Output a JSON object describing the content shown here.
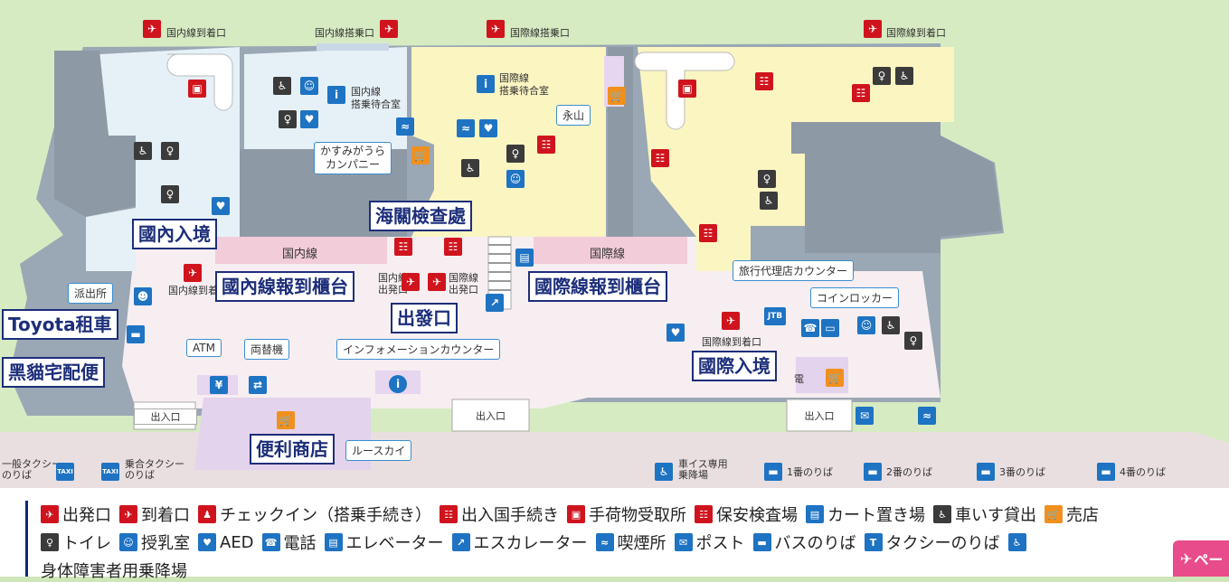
{
  "top_labels": {
    "dom_arrival": "国内線到着口",
    "dom_departure": "国内線搭乗口",
    "intl_departure": "国際線搭乗口",
    "intl_arrival": "国際線到着口"
  },
  "zones": {
    "domestic": "国内線",
    "international": "国際線",
    "dom_waiting": "国内線\n搭乗待合室",
    "intl_waiting": "国際線\n搭乗待合室",
    "dom_checkin_small": "国内線到着",
    "dom_dep_small": "国内線\n出発口",
    "intl_dep_small": "国際線\n出発口",
    "intl_arr_small": "国際線到着口",
    "phone_small": "電"
  },
  "callouts": {
    "kasumi": "かすみがうら\nカンパニー",
    "eizan": "永山",
    "police": "派出所",
    "atm": "ATM",
    "exchange": "両替機",
    "info": "インフォメーションカウンター",
    "travel": "旅行代理店カウンター",
    "locker": "コインロッカー",
    "cruise": "ルースカイ"
  },
  "big_labels": {
    "customs": "海關檢查處",
    "dom_entry": "國內入境",
    "dom_checkin": "國內線報到櫃台",
    "departure": "出發口",
    "intl_checkin": "國際線報到櫃台",
    "intl_entry": "國際入境",
    "toyota": "Toyota租車",
    "kuroneko": "黑貓宅配便",
    "convenience": "便利商店"
  },
  "exits": {
    "label": "出入口"
  },
  "bottom": {
    "taxi_general": "一般タクシー\nのりば",
    "taxi_shared": "乗合タクシー\nのりば",
    "wheelchair_stop": "車イス専用\n乗降場",
    "bus1": "1番のりば",
    "bus2": "2番のりば",
    "bus3": "3番のりば",
    "bus4": "4番のりば",
    "jtb": "JTB",
    "taxi_icon": "TAXI"
  },
  "legend": {
    "row1": [
      {
        "icon": "departure-icon",
        "color": "#d0141e",
        "label": "出発口"
      },
      {
        "icon": "arrival-icon",
        "color": "#d0141e",
        "label": "到着口"
      },
      {
        "icon": "checkin-icon",
        "color": "#d0141e",
        "label": "チェックイン（搭乗手続き）"
      },
      {
        "icon": "immigration-icon",
        "color": "#d0141e",
        "label": "出入国手続き"
      },
      {
        "icon": "baggage-icon",
        "color": "#d0141e",
        "label": "手荷物受取所"
      },
      {
        "icon": "security-icon",
        "color": "#d0141e",
        "label": "保安検査場"
      },
      {
        "icon": "cart-icon",
        "color": "#1e73c3",
        "label": "カート置き場"
      },
      {
        "icon": "wheelchair-icon",
        "color": "#3b3b3b",
        "label": "車いす貸出"
      },
      {
        "icon": "shop-icon",
        "color": "#f0901e",
        "label": "売店"
      }
    ],
    "row2": [
      {
        "icon": "toilet-icon",
        "color": "#3b3b3b",
        "label": "トイレ"
      },
      {
        "icon": "nursing-icon",
        "color": "#1e73c3",
        "label": "授乳室"
      },
      {
        "icon": "aed-icon",
        "color": "#1e73c3",
        "label": "AED"
      },
      {
        "icon": "phone-icon",
        "color": "#1e73c3",
        "label": "電話"
      },
      {
        "icon": "elevator-icon",
        "color": "#1e73c3",
        "label": "エレベーター"
      },
      {
        "icon": "escalator-icon",
        "color": "#1e73c3",
        "label": "エスカレーター"
      },
      {
        "icon": "smoking-icon",
        "color": "#1e73c3",
        "label": "喫煙所"
      },
      {
        "icon": "post-icon",
        "color": "#1e73c3",
        "label": "ポスト"
      },
      {
        "icon": "bus-icon",
        "color": "#1e73c3",
        "label": "バスのりば"
      },
      {
        "icon": "taxi-icon",
        "color": "#1e73c3",
        "label": "タクシーのりば"
      },
      {
        "icon": "accessible-icon",
        "color": "#1e73c3",
        "label": ""
      }
    ],
    "row3": "身体障害者用乗降場"
  },
  "page_button": "ペー"
}
